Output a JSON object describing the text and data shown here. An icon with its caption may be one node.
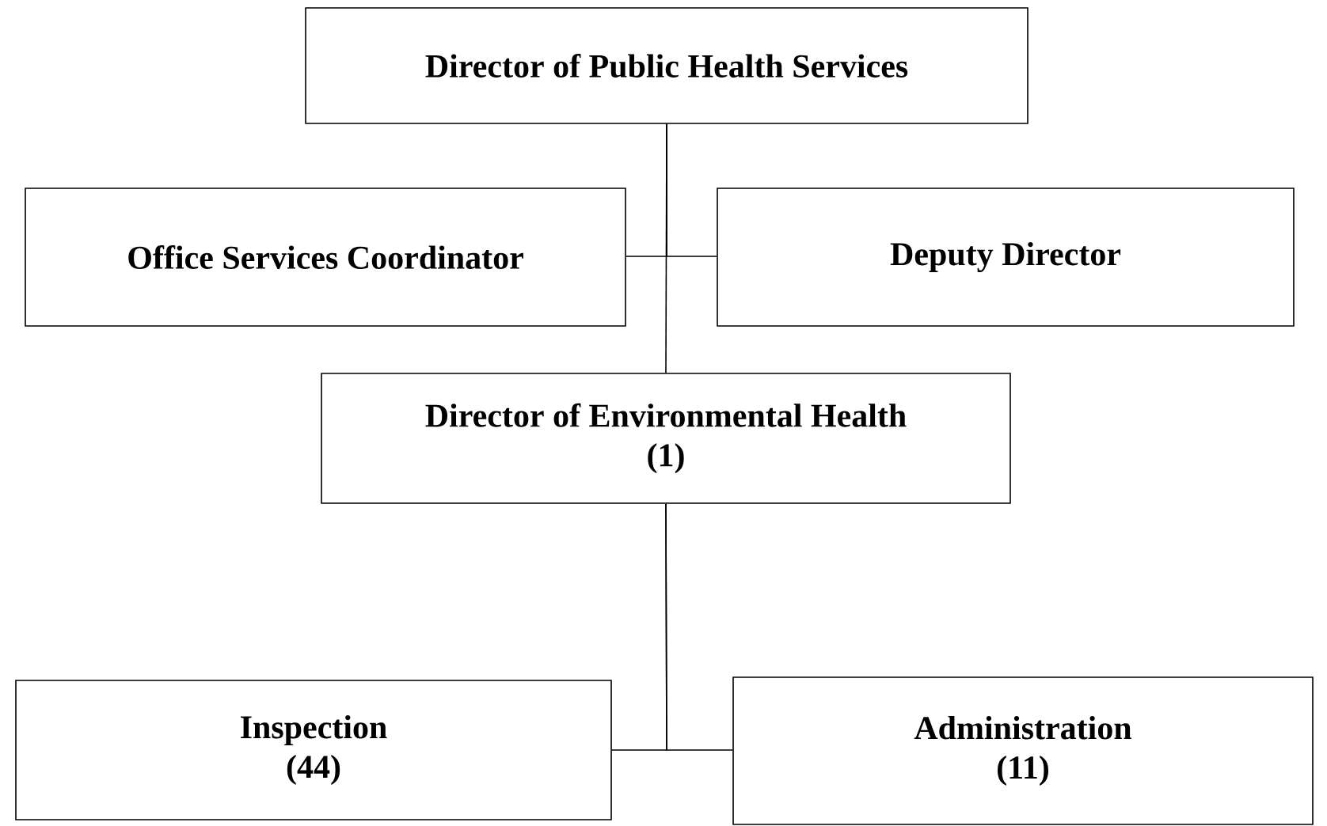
{
  "diagram": {
    "nodes": [
      {
        "text": [
          "Director of Public Health Services"
        ]
      },
      {
        "text": [
          "Office Services Coordinator"
        ]
      },
      {
        "text": [
          "Deputy Director"
        ]
      },
      {
        "text": [
          "Director of Environmental Health",
          "(1)"
        ]
      },
      {
        "text": [
          "Inspection",
          "(44)"
        ]
      },
      {
        "text": [
          "Administration",
          "(11)"
        ]
      }
    ],
    "edges": [
      {
        "from": 0,
        "to": 1,
        "arrow": "none"
      },
      {
        "from": 0,
        "to": 2,
        "arrow": "none"
      },
      {
        "from": 0,
        "to": 3,
        "arrow": "none"
      },
      {
        "from": 3,
        "to": 4,
        "arrow": "none"
      },
      {
        "from": 3,
        "to": 5,
        "arrow": "none"
      }
    ]
  }
}
